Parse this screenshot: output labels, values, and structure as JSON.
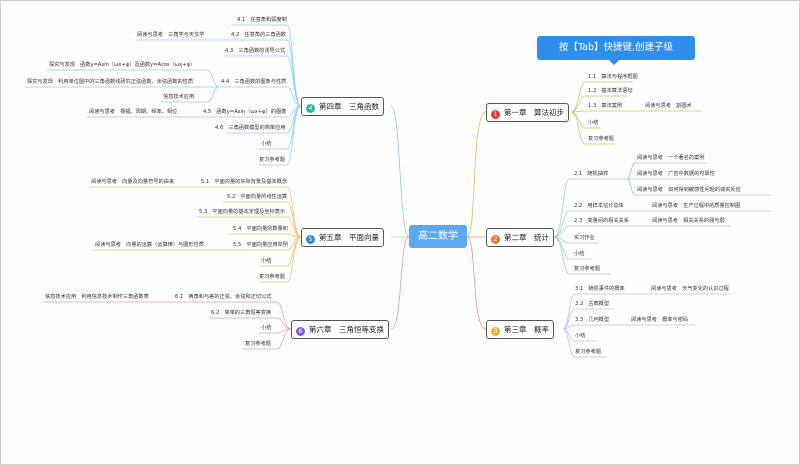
{
  "tooltip": "按【Tab】快捷键,创建子级",
  "center": "高二数学",
  "colors": {
    "ch1": "#e23b3b",
    "ch2": "#e5782b",
    "ch3": "#f0b020",
    "ch4": "#2bb39a",
    "ch5": "#2e86de",
    "ch6": "#7b5cd6",
    "accent": "#5aa9f2"
  },
  "chapters": [
    {
      "num": "1",
      "label": "第一章　算法初步"
    },
    {
      "num": "2",
      "label": "第二章　统计"
    },
    {
      "num": "3",
      "label": "第三章　概率"
    },
    {
      "num": "4",
      "label": "第四章　三角函数"
    },
    {
      "num": "5",
      "label": "第五章　平面向量"
    },
    {
      "num": "6",
      "label": "第六章　三角恒等变换"
    }
  ],
  "ch1": [
    "1.1　算法与程序框图",
    "1.2　基本算法语句",
    "1.3　算法案例",
    "阅读与思考　割圆术",
    "小结",
    "复习参考题"
  ],
  "ch2": [
    "2.1　随机抽样",
    "阅读与思考　一个著名的案例",
    "阅读与思考　广告中数据的可靠性",
    "阅读与思考　如何得到敏感性问题的诚实反应",
    "2.2　用样本估计总体",
    "阅读与思考　生产过程中的质量控制图",
    "2.3　变量间的相关关系",
    "阅读与思考　相关关系的强与弱",
    "实习作业",
    "小结",
    "复习参考题"
  ],
  "ch3": [
    "3.1　随机事件的概率",
    "阅读与思考　天气变化的认识过程",
    "3.2　古典概型",
    "3.3　几何概型",
    "阅读与思考　概率与密码",
    "小结",
    "复习参考题"
  ],
  "ch4": [
    "4.1　任意角和弧度制",
    "4.2　任意角的三角函数",
    "阅读与思考　三角学与天文学",
    "4.3　三角函数的诱导公式",
    "4.4　三角函数的图象与性质",
    "探究与发现　函数y=Asin（ωx+φ）及函数y=Acos（ωx+φ）",
    "探究与发现　利用单位圆中的三角函数线研究正弦函数、余弦函数的性质",
    "信息技术应用",
    "4.5　函数y=Asin（ωx+φ）的图像",
    "阅读与思考　振幅、周期、频率、相位",
    "4.6　三角函数模型的简单应用",
    "小结",
    "复习参考题"
  ],
  "ch5": [
    "5.1　平面向量的实际背景及基本概念",
    "阅读与思考　向量及向量符号的由来",
    "5.2　平面向量的线性运算",
    "5.3　平面向量的基本定理及坐标表示",
    "5.4　平面向量的数量积",
    "5.5　平面向量应用举例",
    "阅读与思考　向量的运算（运算律）与图形性质",
    "小结",
    "复习参考题"
  ],
  "ch6": [
    "6.1　两角和与差的正弦、余弦和正切公式",
    "信息技术应用　利用信息技术制作三角函数表",
    "6.2　简单的三角恒等变换",
    "小结",
    "复习参考题"
  ]
}
